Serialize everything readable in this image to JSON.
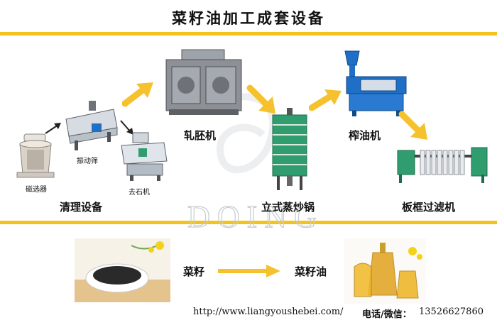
{
  "title": "菜籽油加工成套设备",
  "stages": {
    "cleaning": "清理设备",
    "magnetic_separator": "磁选器",
    "vibrating_screen": "振动筛",
    "destoner": "去石机",
    "flaking": "轧胚机",
    "steam_cooker": "立式蒸炒锅",
    "oil_press": "榨油机",
    "plate_filter": "板框过滤机"
  },
  "watermark": "DOING",
  "product_flow": {
    "input": "菜籽",
    "output": "菜籽油"
  },
  "footer": {
    "url": "http://www.liangyoushebei.com/",
    "contact_label": "电话/微信：",
    "phone": "13526627860"
  },
  "colors": {
    "accent_yellow": "#f4c21c",
    "arrow_yellow": "#f5c22e",
    "machine_blue": "#1f6fc7",
    "machine_green": "#2f9d6e",
    "machine_gray": "#8d9196"
  }
}
